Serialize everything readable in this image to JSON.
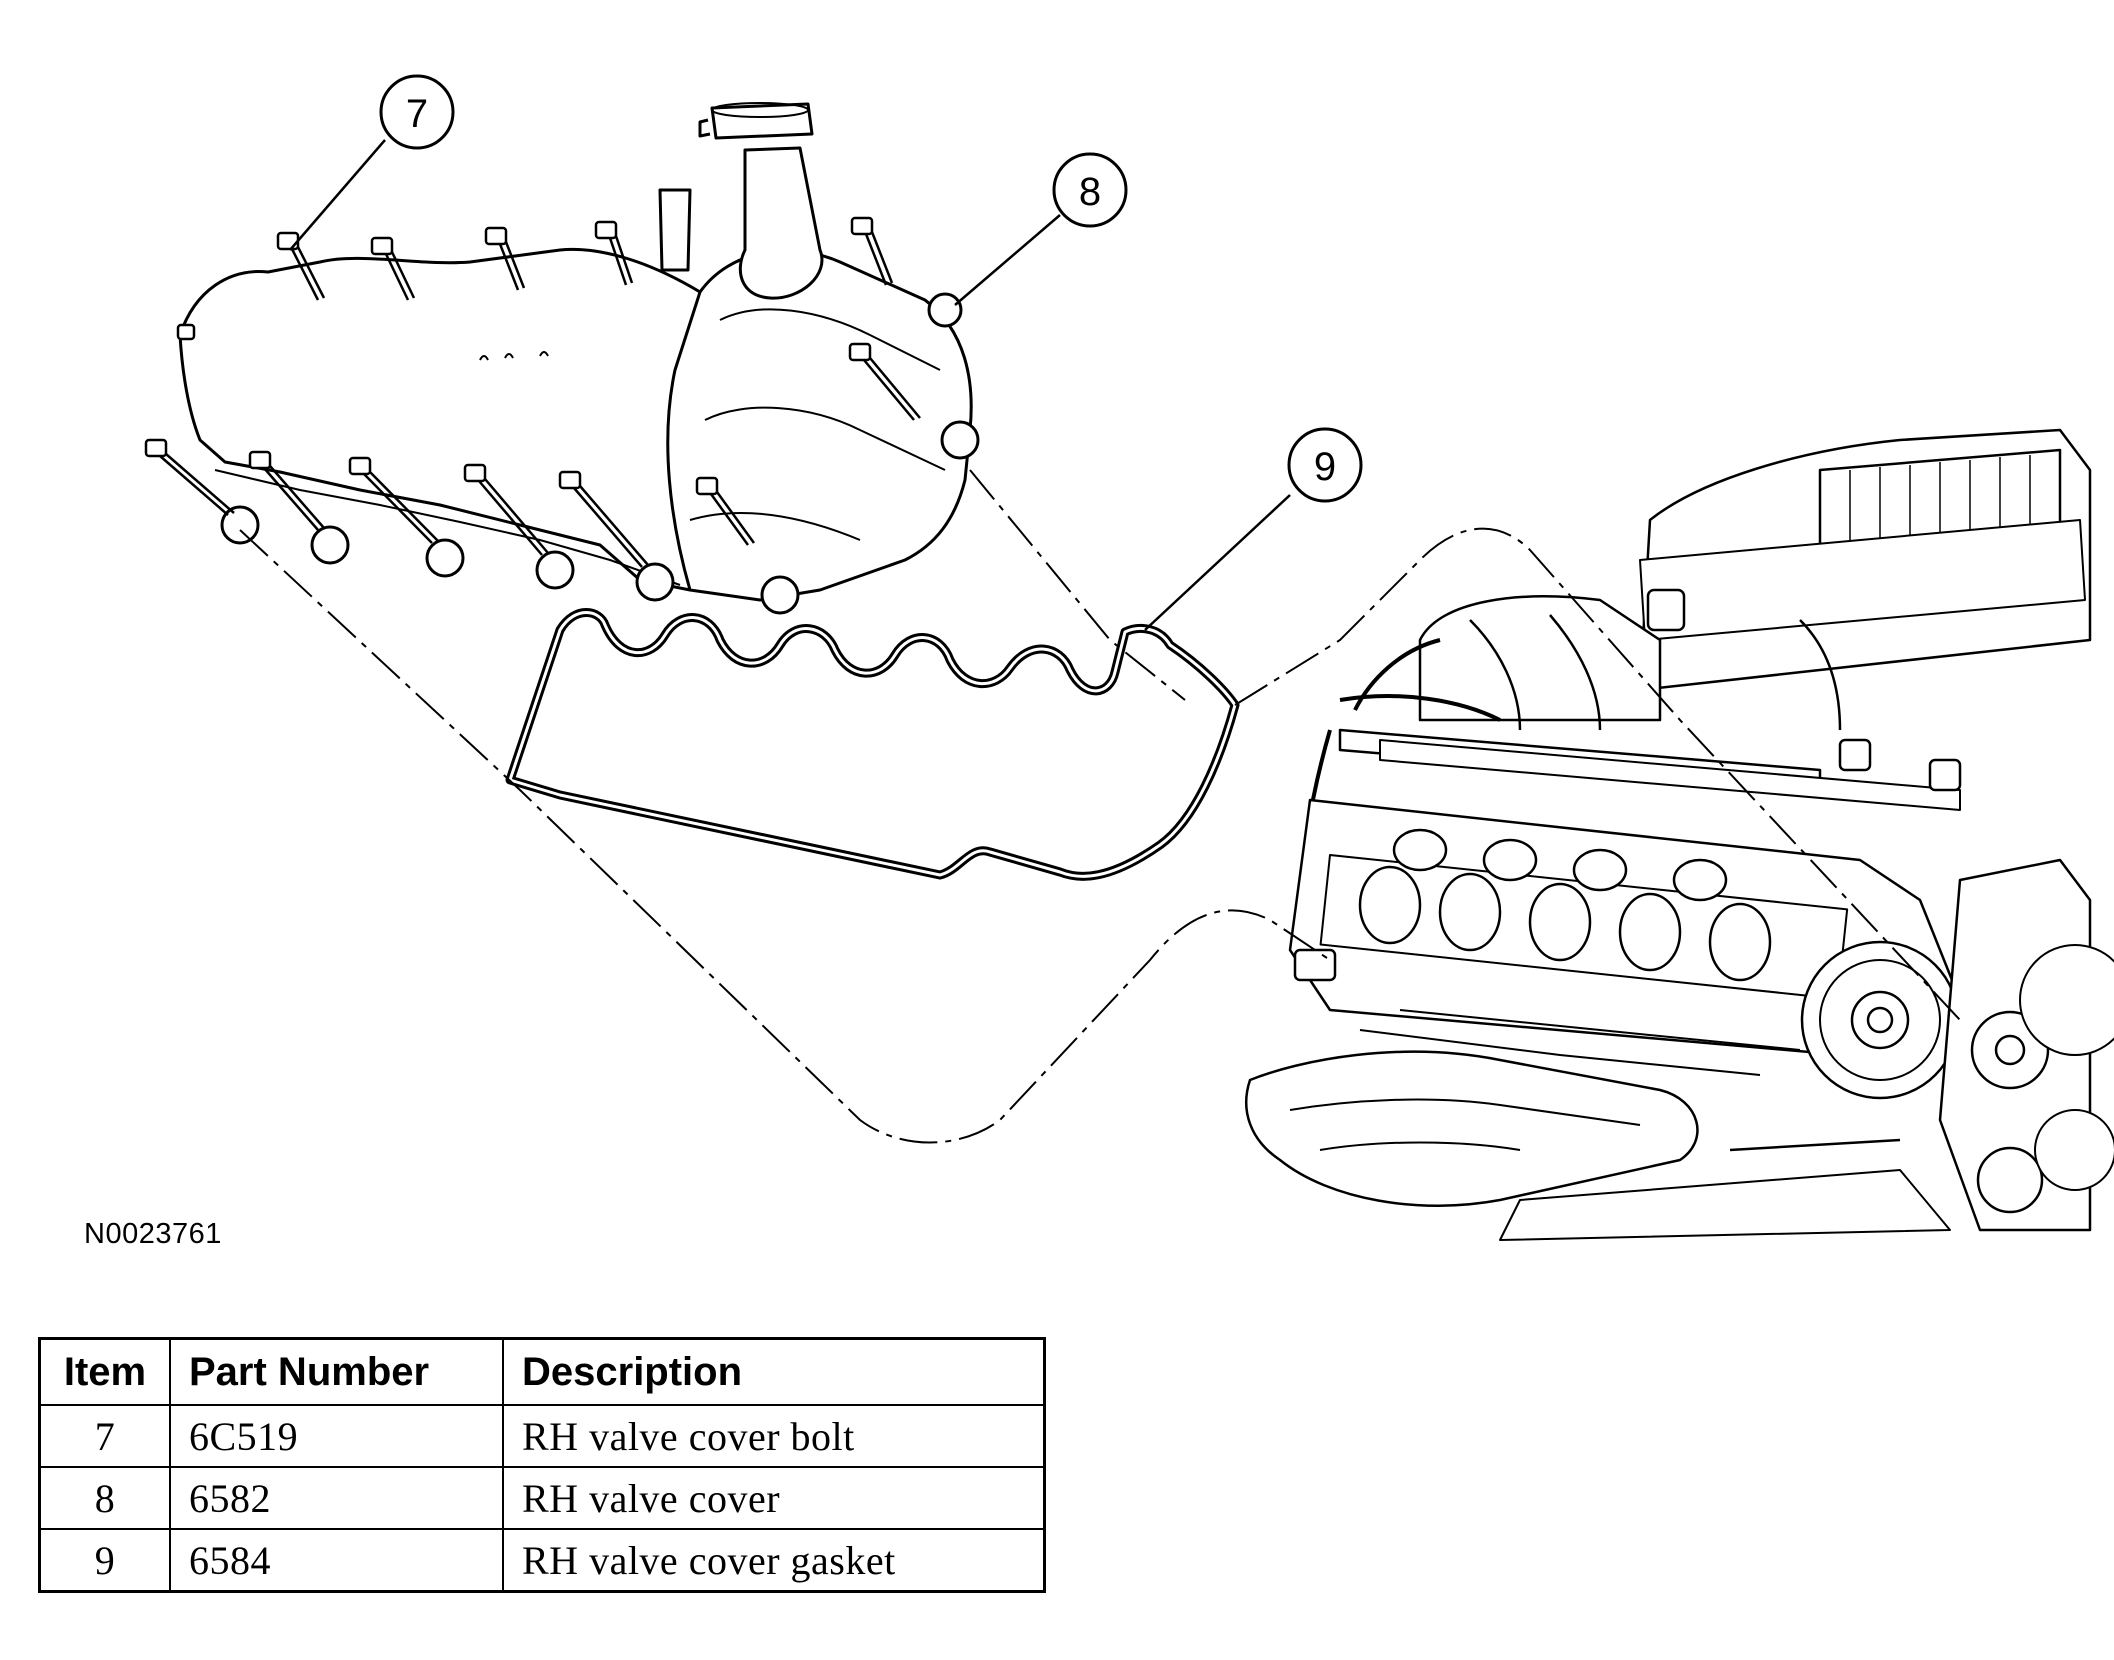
{
  "callouts": [
    {
      "id": "7"
    },
    {
      "id": "8"
    },
    {
      "id": "9"
    }
  ],
  "figure_id": "N0023761",
  "table": {
    "headers": [
      "Item",
      "Part Number",
      "Description"
    ],
    "rows": [
      {
        "item": "7",
        "part_number": "6C519",
        "description": "RH valve cover bolt"
      },
      {
        "item": "8",
        "part_number": "6582",
        "description": "RH valve cover"
      },
      {
        "item": "9",
        "part_number": "6584",
        "description": "RH valve cover gasket"
      }
    ]
  }
}
